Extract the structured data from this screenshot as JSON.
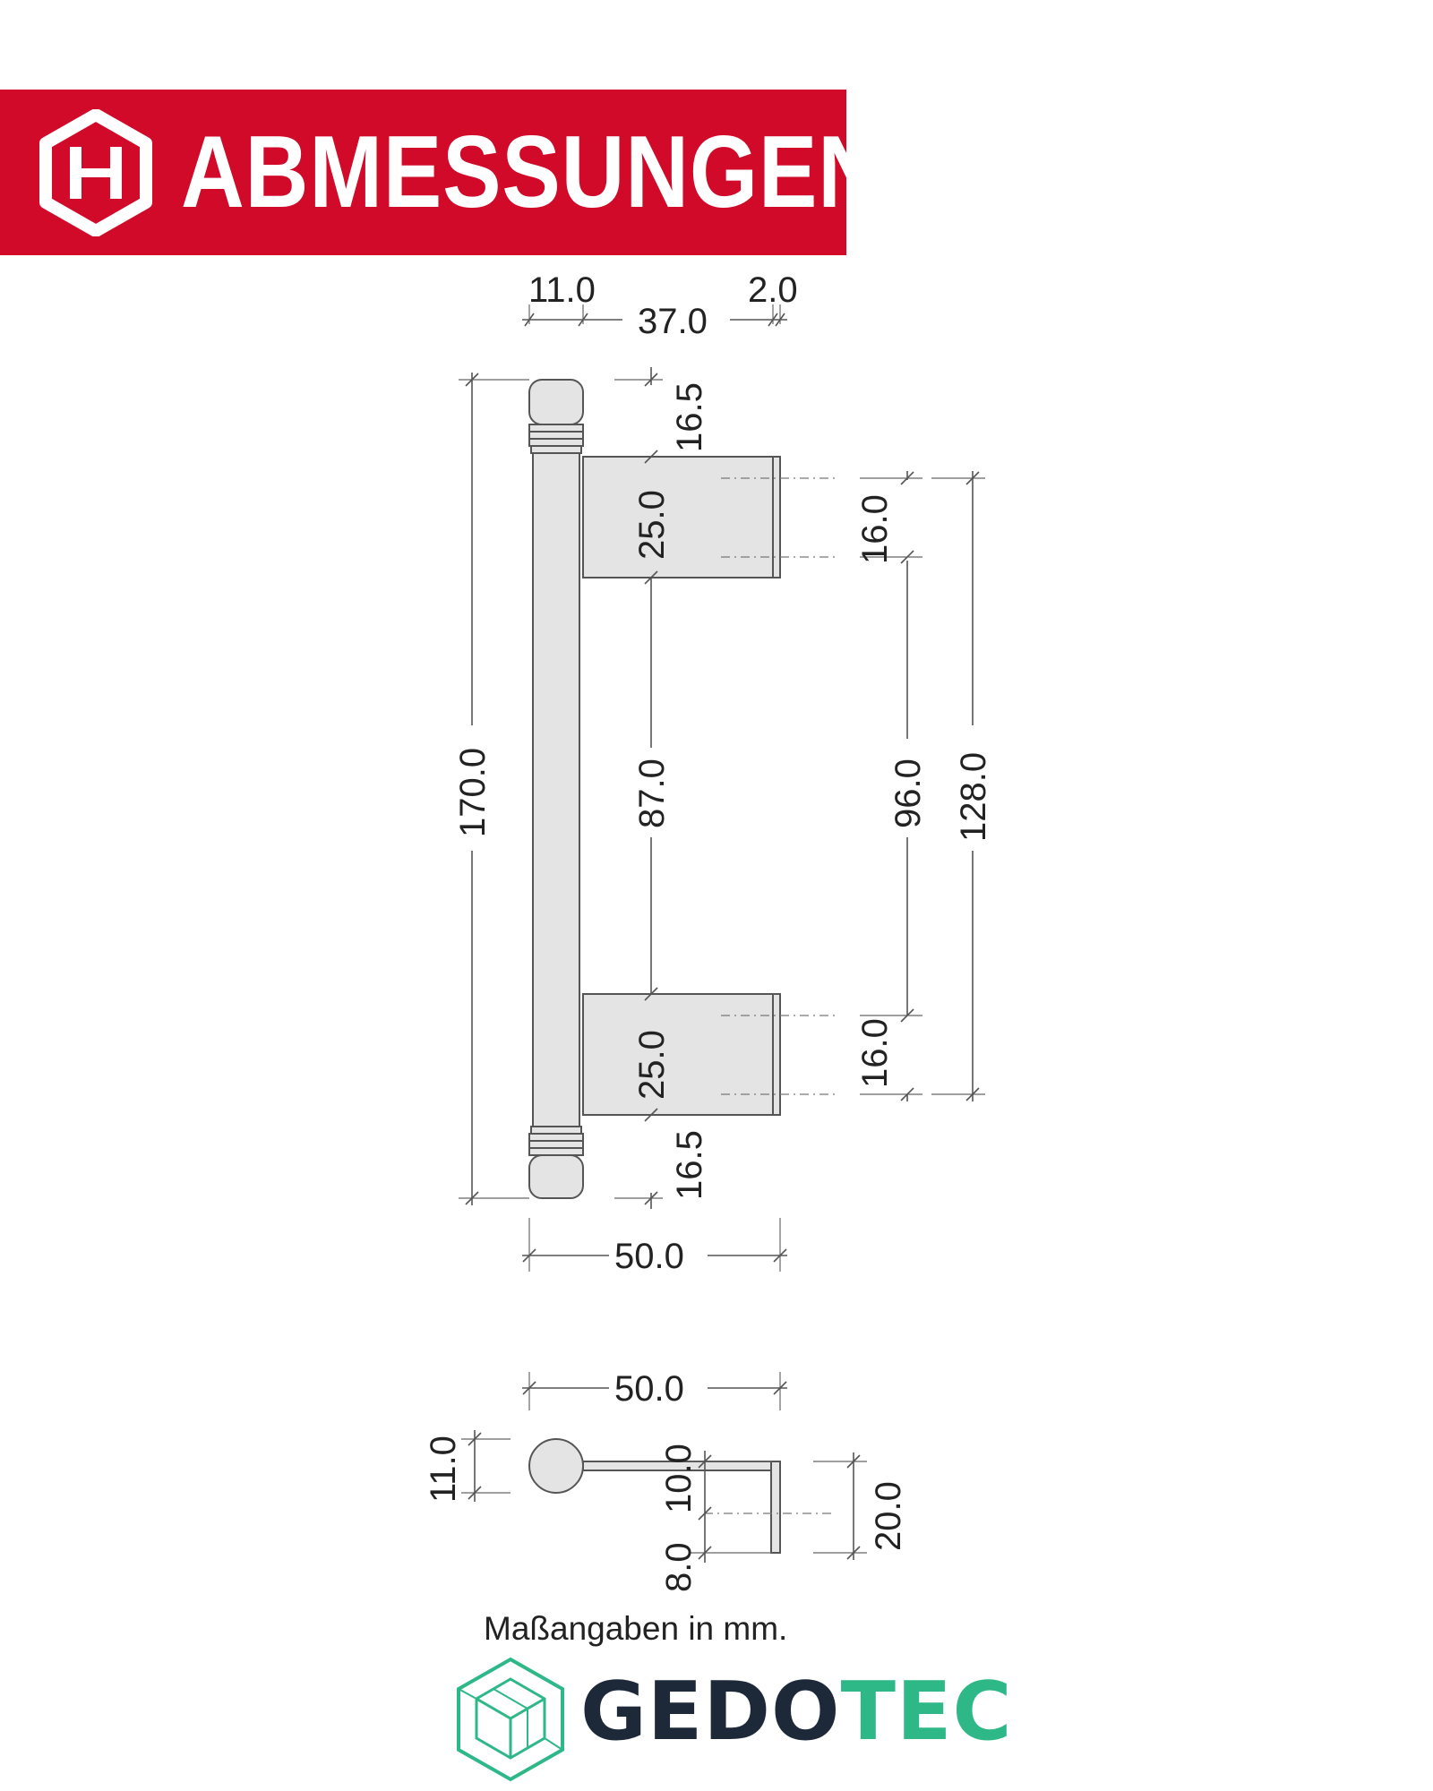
{
  "header": {
    "title": "ABMESSUNGEN",
    "icon": "hexagon-h-icon",
    "background_color": "#d10a2a"
  },
  "front_view": {
    "dims": {
      "top_left": "11.0",
      "top_middle": "37.0",
      "top_right": "2.0",
      "upper_offset": "16.5",
      "upper_foot": "25.0",
      "center_gap": "87.0",
      "lower_foot": "25.0",
      "lower_offset": "16.5",
      "total_height": "170.0",
      "upper_hole": "16.0",
      "hole_spacing": "96.0",
      "lower_hole": "16.0",
      "outer_spacing": "128.0",
      "total_depth": "50.0"
    }
  },
  "side_view": {
    "dims": {
      "depth": "50.0",
      "diameter": "11.0",
      "upper_segment": "10.0",
      "lower_segment": "8.0",
      "plate_height": "20.0"
    }
  },
  "footer": {
    "note": "Maßangaben in mm.",
    "brand_part1": "GEDO",
    "brand_part2": "TEC",
    "brand_dark_color": "#1d2939",
    "brand_green_color": "#2eb888",
    "logo_icon": "cube-hexagon-icon"
  }
}
